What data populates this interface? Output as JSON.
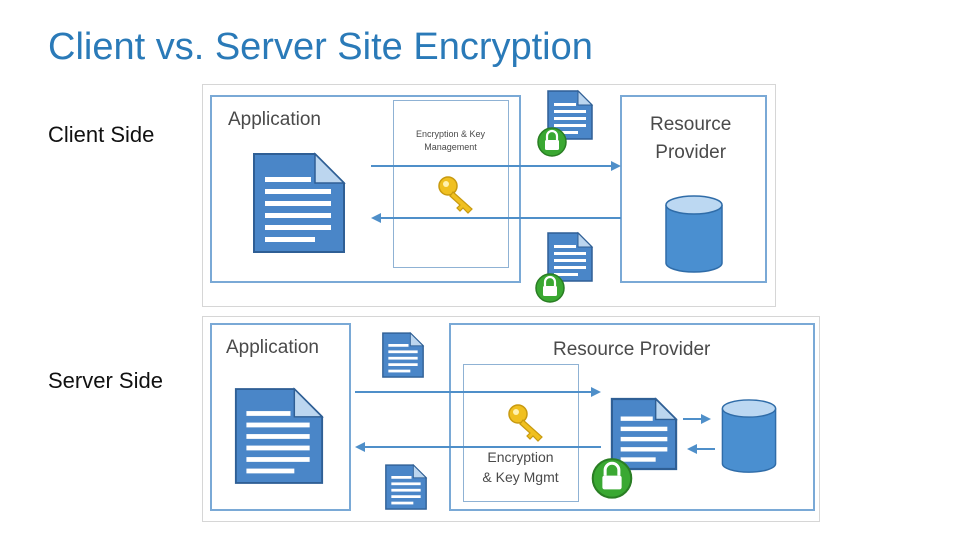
{
  "slide": {
    "title": "Client vs. Server Site Encryption"
  },
  "client_side": {
    "label": "Client Side",
    "application_label": "Application",
    "encryption_label_line1": "Encryption & Key",
    "encryption_label_line2": "Management",
    "provider_label_line1": "Resource",
    "provider_label_line2": "Provider"
  },
  "server_side": {
    "label": "Server Side",
    "application_label": "Application",
    "provider_label": "Resource Provider",
    "encryption_label_line1": "Encryption",
    "encryption_label_line2": "& Key Mgmt"
  },
  "colors": {
    "title": "#2a7ab8",
    "box_border": "#7aa9d6",
    "arrow": "#4f8fc9",
    "document": "#4a86c8",
    "database": "#4a8fd0",
    "lock": "#3aa832",
    "key": "#f0c020"
  },
  "icons": [
    "document-icon",
    "lock-icon",
    "key-icon",
    "database-icon",
    "arrow-right-icon",
    "arrow-left-icon"
  ]
}
